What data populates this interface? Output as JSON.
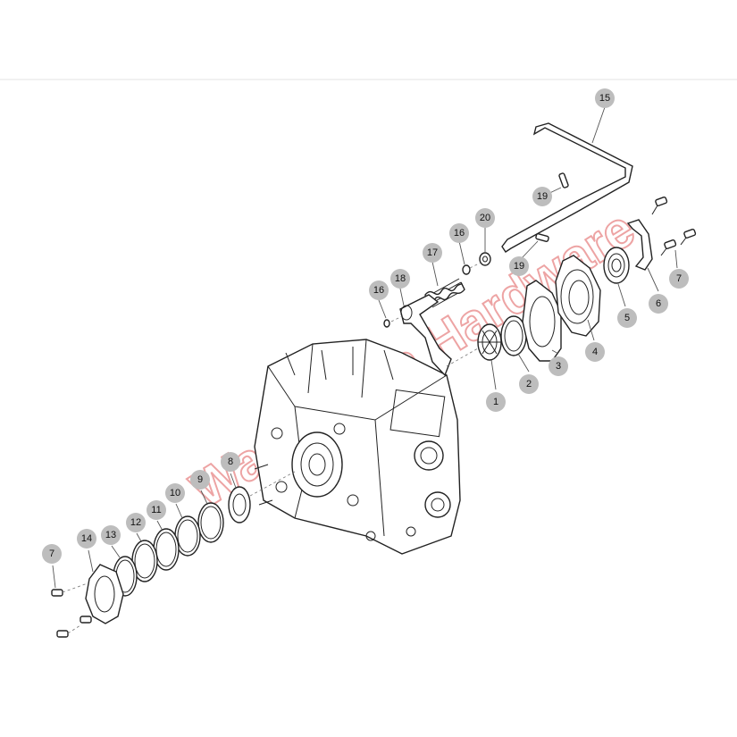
{
  "diagram": {
    "callouts": [
      "15",
      "19",
      "20",
      "16",
      "17",
      "18",
      "16",
      "19",
      "7",
      "6",
      "5",
      "4",
      "3",
      "2",
      "1",
      "8",
      "9",
      "10",
      "11",
      "12",
      "13",
      "14",
      "7"
    ]
  },
  "watermark": {
    "text": "Wangchan Hardware"
  }
}
